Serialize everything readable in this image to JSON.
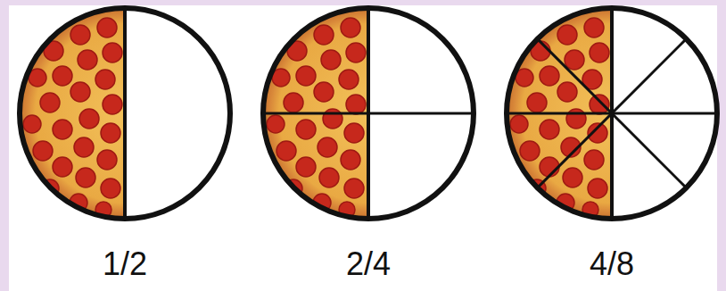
{
  "diagram": {
    "labels": [
      "1/2",
      "2/4",
      "4/8"
    ]
  }
}
